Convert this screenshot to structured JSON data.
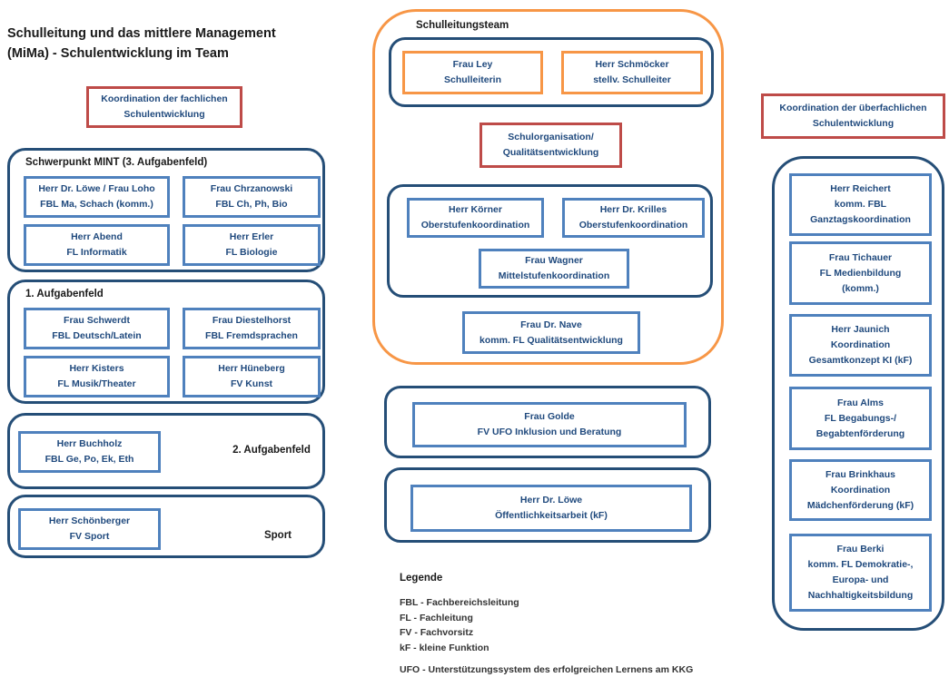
{
  "colors": {
    "navy_border": "#254e77",
    "blue_border": "#4f81bd",
    "orange_border": "#f79646",
    "red_border": "#be4b48",
    "text_blue": "#1f497d",
    "text_black": "#1a1a1a"
  },
  "title": {
    "lines": [
      "Schulleitung und das mittlere Management",
      "(MiMa) - Schulentwicklung im Team"
    ]
  },
  "left": {
    "header": {
      "lines": [
        "Koordination der fachlichen",
        "Schulentwicklung"
      ]
    },
    "mint": {
      "label": "Schwerpunkt MINT (3. Aufgabenfeld)",
      "boxes": [
        {
          "lines": [
            "Herr Dr. Löwe / Frau Loho",
            "FBL Ma, Schach (komm.)"
          ]
        },
        {
          "lines": [
            "Frau Chrzanowski",
            "FBL Ch, Ph, Bio"
          ]
        },
        {
          "lines": [
            "Herr Abend",
            "FL Informatik"
          ]
        },
        {
          "lines": [
            "Herr Erler",
            "FL Biologie"
          ]
        }
      ]
    },
    "feld1": {
      "label": "1. Aufgabenfeld",
      "boxes": [
        {
          "lines": [
            "Frau Schwerdt",
            "FBL Deutsch/Latein"
          ]
        },
        {
          "lines": [
            "Frau Diestelhorst",
            "FBL Fremdsprachen"
          ]
        },
        {
          "lines": [
            "Herr Kisters",
            "FL Musik/Theater"
          ]
        },
        {
          "lines": [
            "Herr Hüneberg",
            "FV Kunst"
          ]
        }
      ]
    },
    "feld2": {
      "side_label": "2. Aufgabenfeld",
      "box": {
        "lines": [
          "Herr Buchholz",
          "FBL Ge, Po, Ek, Eth"
        ]
      }
    },
    "sport": {
      "side_label": "Sport",
      "box": {
        "lines": [
          "Herr Schönberger",
          "FV Sport"
        ]
      }
    }
  },
  "middle": {
    "team_label": "Schulleitungsteam",
    "leaders": [
      {
        "lines": [
          "Frau Ley",
          "Schulleiterin"
        ]
      },
      {
        "lines": [
          "Herr Schmöcker",
          "stellv. Schulleiter"
        ]
      }
    ],
    "org": {
      "lines": [
        "Schulorganisation/",
        "Qualitätsentwicklung"
      ]
    },
    "coordinators": [
      {
        "lines": [
          "Herr Körner",
          "Oberstufenkoordination"
        ]
      },
      {
        "lines": [
          "Herr Dr. Krilles",
          "Oberstufenkoordination"
        ]
      },
      {
        "lines": [
          "Frau Wagner",
          "Mittelstufenkoordination"
        ]
      }
    ],
    "nave": {
      "lines": [
        "Frau Dr. Nave",
        "komm. FL Qualitätsentwicklung"
      ]
    },
    "golde": {
      "lines": [
        "Frau Golde",
        "FV UFO Inklusion und Beratung"
      ]
    },
    "loewe": {
      "lines": [
        "Herr Dr. Löwe",
        "Öffentlichkeitsarbeit (kF)"
      ]
    },
    "legend": {
      "title": "Legende",
      "items": [
        "FBL - Fachbereichsleitung",
        "FL - Fachleitung",
        "FV - Fachvorsitz",
        "kF - kleine Funktion",
        "UFO - Unterstützungssystem des erfolgreichen Lernens am KKG"
      ]
    }
  },
  "right": {
    "header": {
      "lines": [
        "Koordination der überfachlichen",
        "Schulentwicklung"
      ]
    },
    "boxes": [
      {
        "lines": [
          "Herr Reichert",
          "komm. FBL",
          "Ganztagskoordination"
        ]
      },
      {
        "lines": [
          "Frau Tichauer",
          "FL Medienbildung",
          "(komm.)"
        ]
      },
      {
        "lines": [
          "Herr Jaunich",
          "Koordination",
          "Gesamtkonzept KI (kF)"
        ]
      },
      {
        "lines": [
          "Frau Alms",
          "FL Begabungs-/",
          "Begabtenförderung"
        ]
      },
      {
        "lines": [
          "Frau Brinkhaus",
          "Koordination",
          "Mädchenförderung (kF)"
        ]
      },
      {
        "lines": [
          "Frau Berki",
          "komm. FL Demokratie-,",
          "Europa- und",
          "Nachhaltigkeitsbildung"
        ]
      }
    ]
  }
}
